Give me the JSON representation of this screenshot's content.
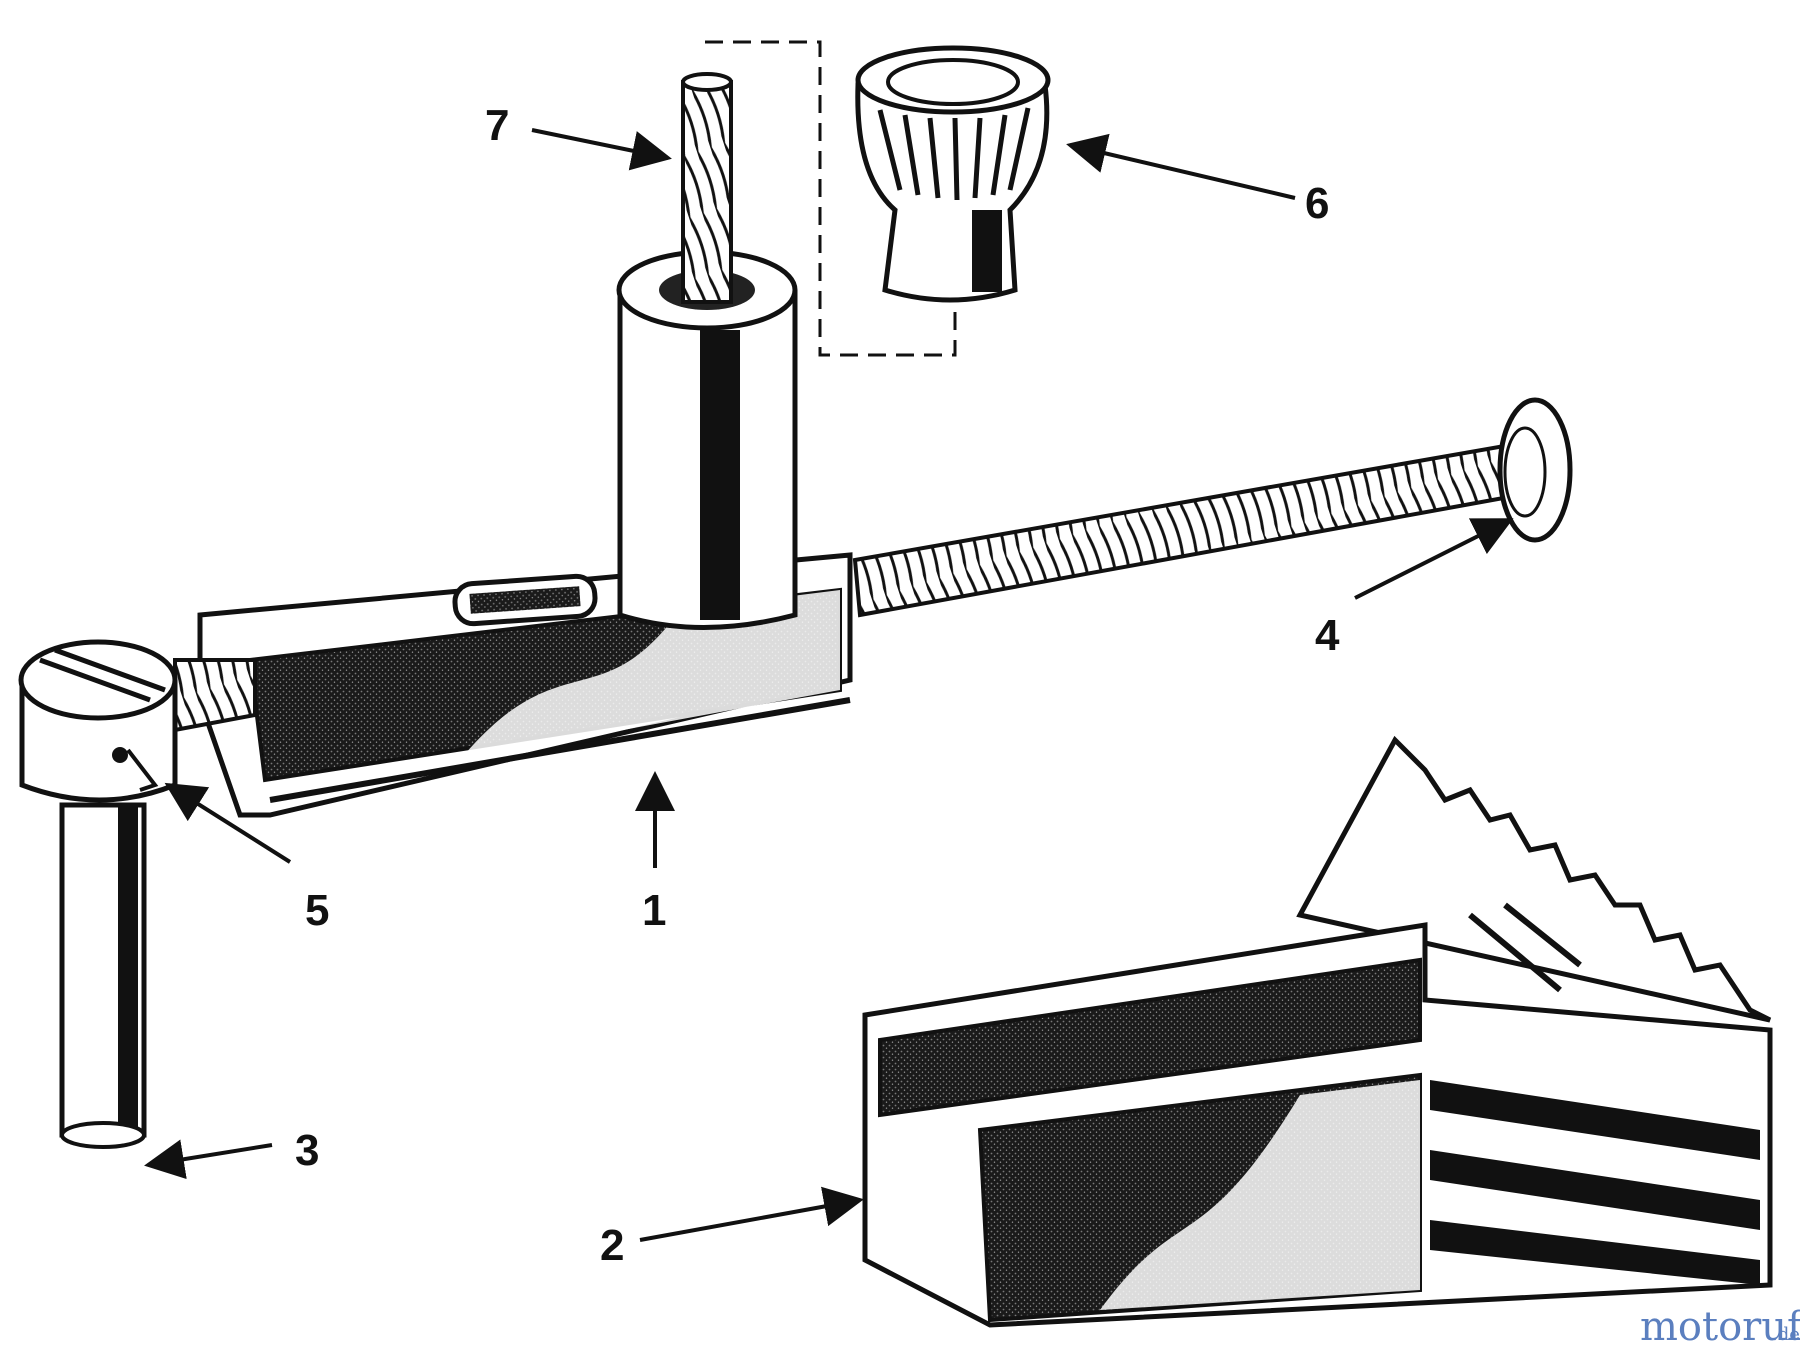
{
  "callouts": {
    "c1": "1",
    "c2": "2",
    "c3": "3",
    "c4": "4",
    "c5": "5",
    "c6": "6",
    "c7": "7"
  },
  "watermark": {
    "text": "motoruf",
    "suffix": ".de"
  },
  "colors": {
    "ink": "#111111",
    "shade": "#222222",
    "paper": "#ffffff",
    "watermark": "#5b7fbf"
  }
}
